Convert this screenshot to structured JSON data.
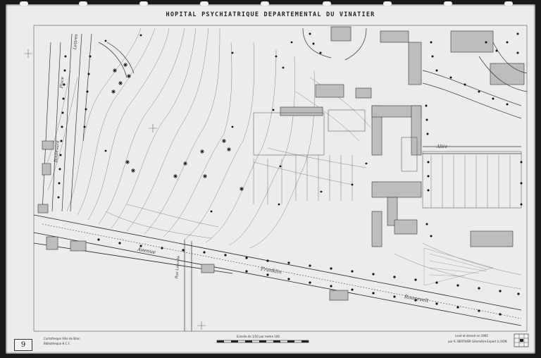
{
  "title": "HOPITAL PSYCHIATRIQUE DEPARTEMENTAL DU VINATIER",
  "sheet_number": "9",
  "streets": {
    "avenue": "Avenue",
    "franklin": "Franklin",
    "roosevelt": "Roosevelt",
    "allee": "Allée",
    "rue_laborde": "Rue Laborde",
    "place": "Place",
    "boulevard": "Boulevard",
    "lettres": "Lettres"
  },
  "scale": {
    "label": "Echelle de 1/50 par metre 100"
  },
  "imprint_left": {
    "line1": "Cartotheque Ville de Bron",
    "line2": "Bibliotheque H.C.F."
  },
  "imprint_right": {
    "line1": "Levé et dressé en 1992",
    "line2": "par A. BERTHIER Géomètre Expert à LYON"
  },
  "colors": {
    "paper": "#ececea",
    "ink": "#2a2a2a",
    "frame": "#1a1a1a"
  }
}
